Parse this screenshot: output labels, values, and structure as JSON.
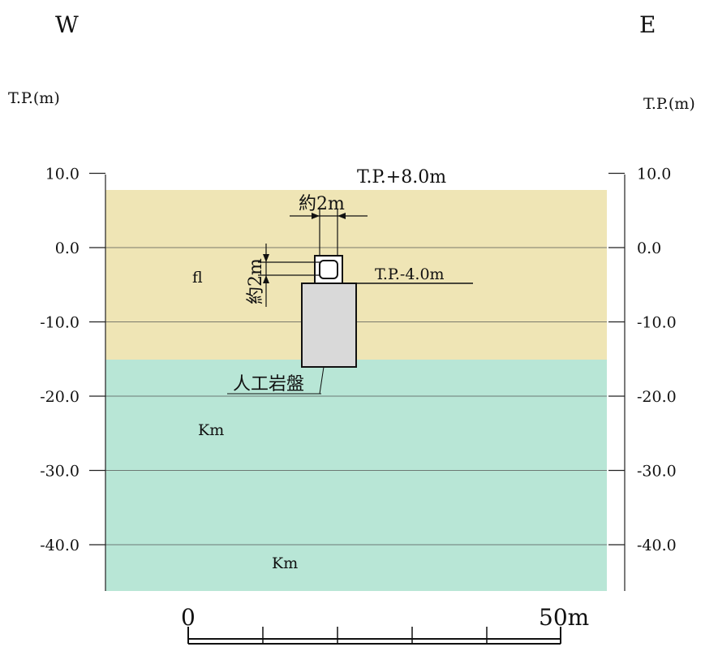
{
  "orientation": {
    "west": "W",
    "east": "E"
  },
  "axis": {
    "unit_left": "T.P.(m)",
    "unit_right": "T.P.(m)",
    "ticks": [
      {
        "value": 10,
        "left": "10.0",
        "right": "10.0"
      },
      {
        "value": 0,
        "left": "0.0",
        "right": "0.0"
      },
      {
        "value": -10,
        "left": "-10.0",
        "right": "-10.0"
      },
      {
        "value": -20,
        "left": "-20.0",
        "right": "-20.0"
      },
      {
        "value": -30,
        "left": "-30.0",
        "right": "-30.0"
      },
      {
        "value": -40,
        "left": "-40.0",
        "right": "-40.0"
      }
    ]
  },
  "ground_surface": {
    "label": "T.P.+8.0m",
    "elevation": 8.0
  },
  "layers": [
    {
      "name": "fl",
      "label": "fl",
      "color": "#efe5b5",
      "top": 8.0,
      "bottom": -15.0
    },
    {
      "name": "Km",
      "label": "Km",
      "color": "#b8e6d6",
      "top": -15.0,
      "bottom": -46.0
    }
  ],
  "layer_labels_extra": [
    "Km"
  ],
  "structure": {
    "width_label": "約2m",
    "height_label": "約2m",
    "base_label": "T.P.-4.0m",
    "base_elevation": -4.0
  },
  "artificial_rock": {
    "label": "人工岩盤",
    "color": "#d9d9d9"
  },
  "scale_bar": {
    "start_label": "0",
    "end_label": "50m"
  }
}
